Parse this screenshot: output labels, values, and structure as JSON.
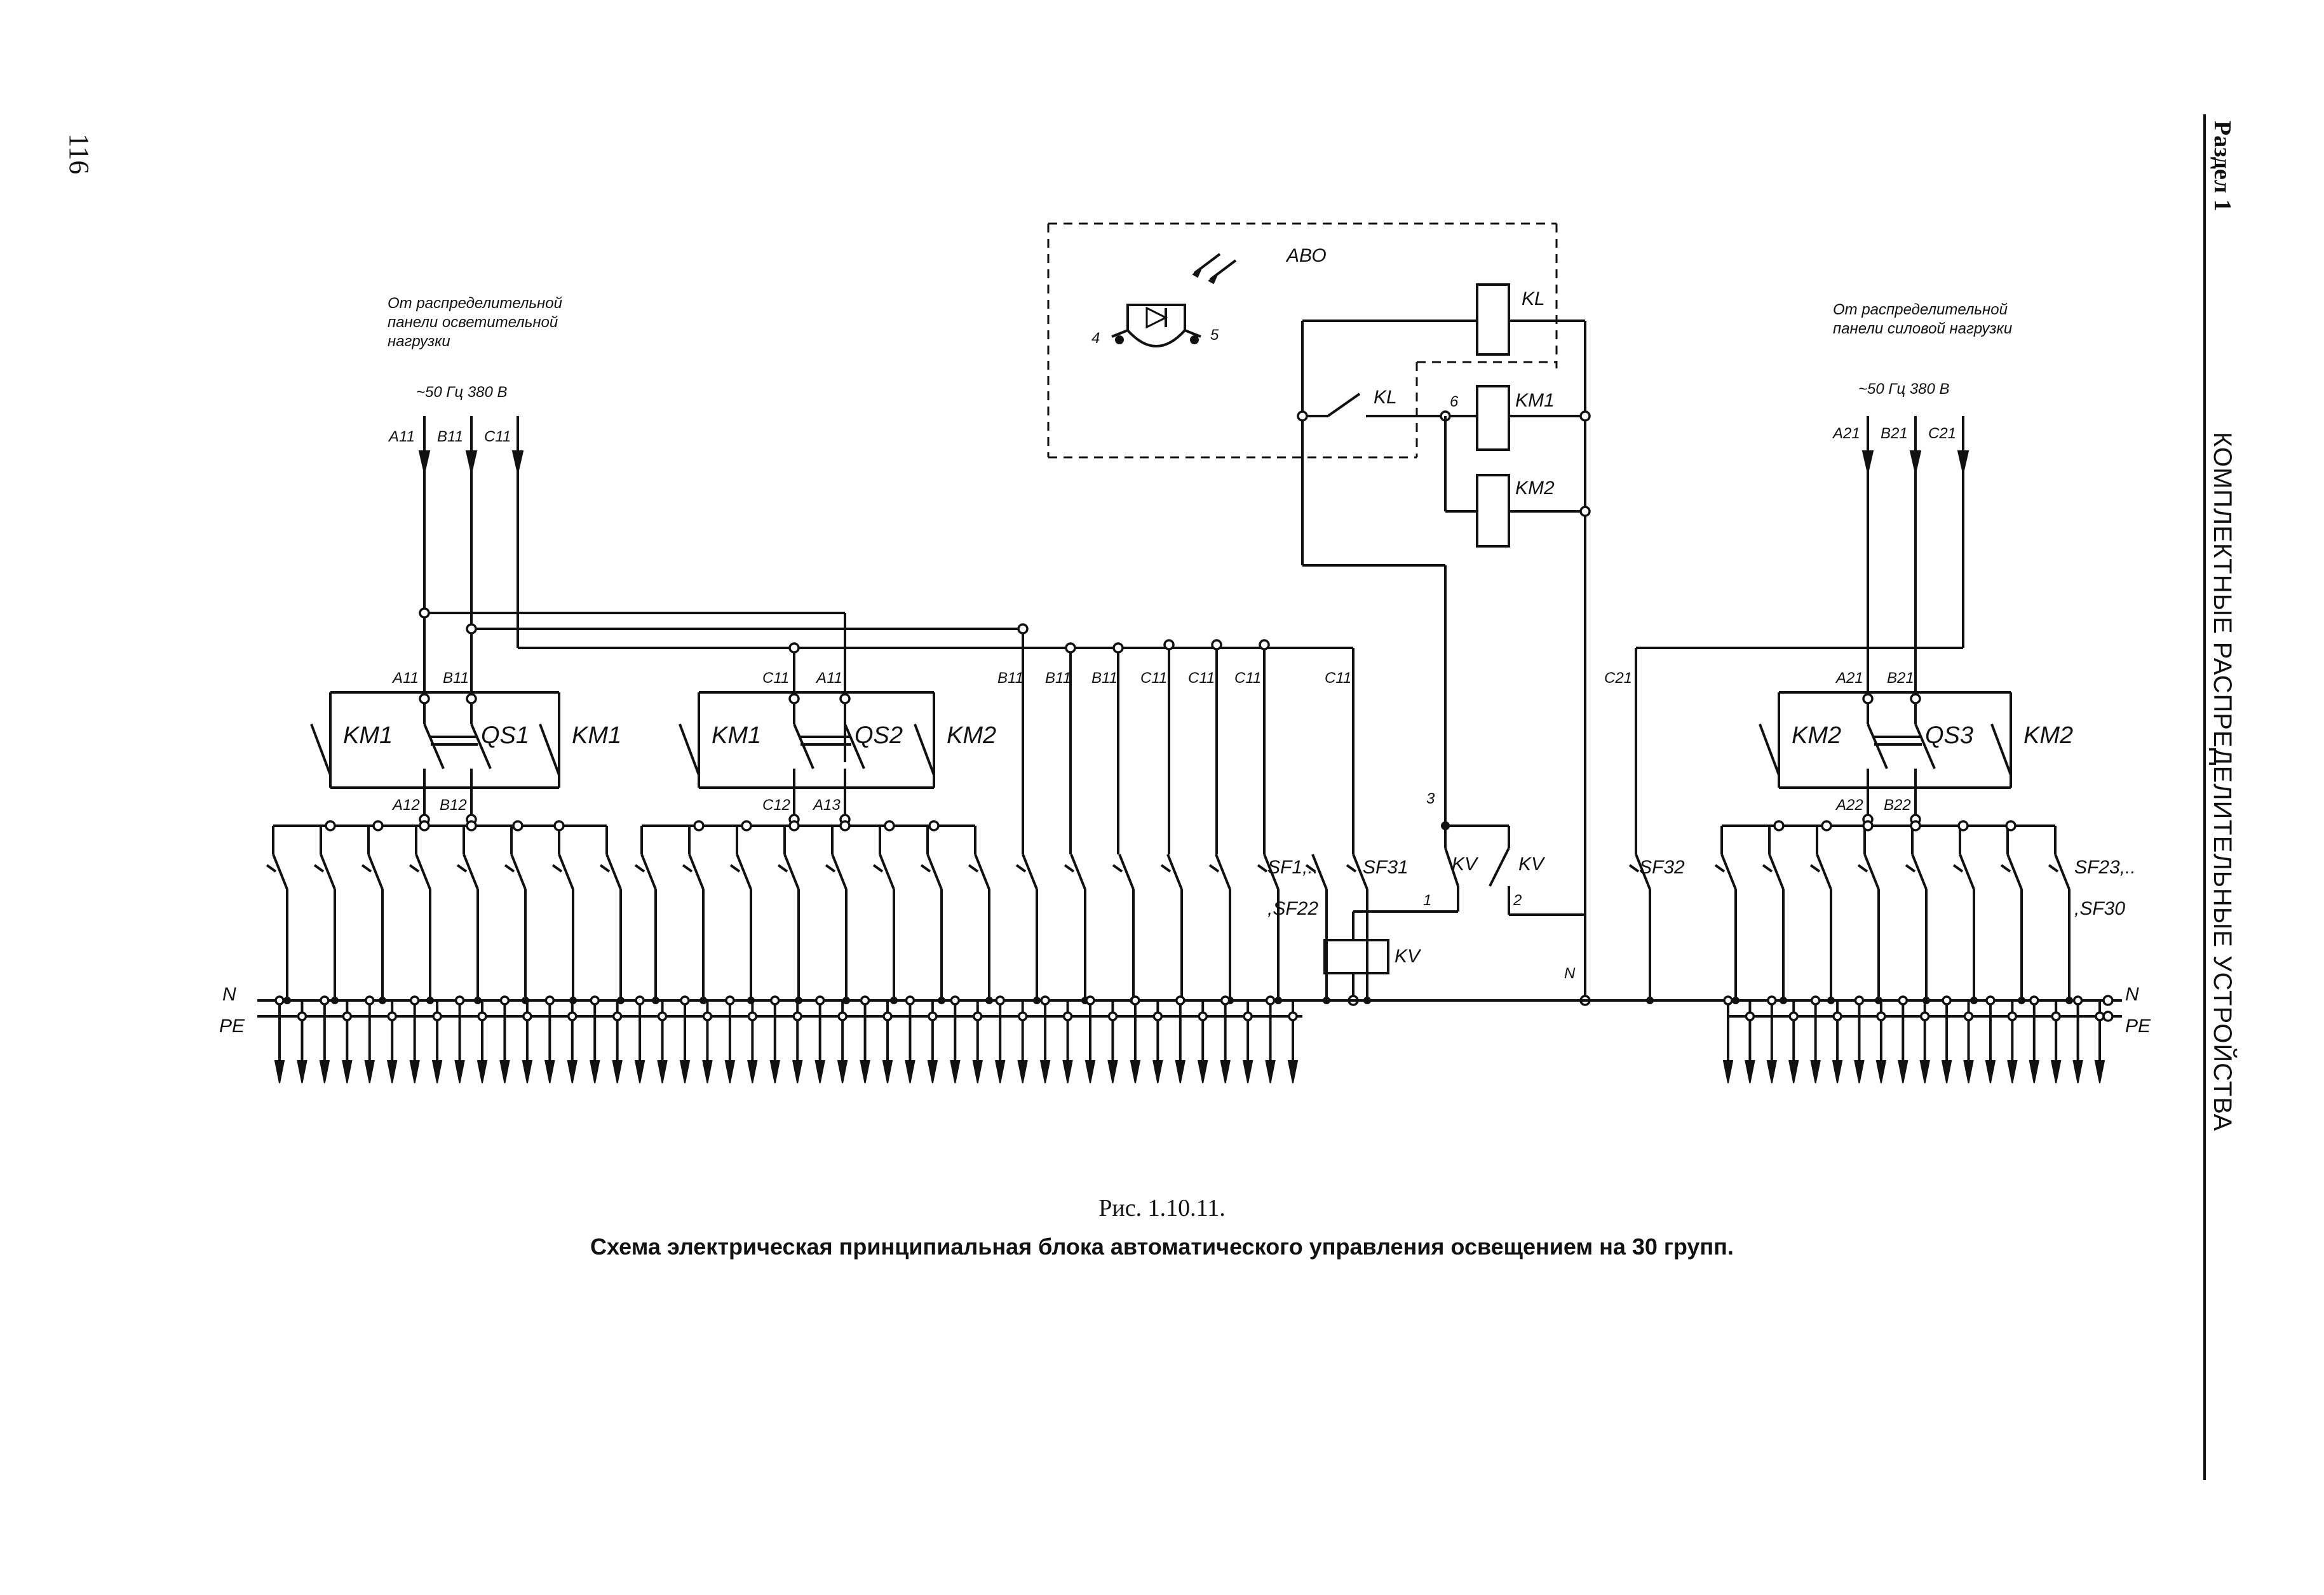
{
  "page": {
    "page_number": "116",
    "section_label": "Раздел 1",
    "running_title": "КОМПЛЕКТНЫЕ РАСПРЕДЕЛИТЕЛЬНЫЕ УСТРОЙСТВА"
  },
  "figure": {
    "number": "Рис. 1.10.11.",
    "caption": "Схема электрическая принципиальная блока автоматического управления освещением на 30 групп."
  },
  "diagram": {
    "sources": {
      "left_note": [
        "От распределительной",
        "панели осветительной",
        "нагрузки"
      ],
      "right_note": [
        "От распределительной",
        "панели силовой нагрузки"
      ],
      "supply": "~50 Гц 380 В",
      "left_phases": [
        "A11",
        "B11",
        "C11"
      ],
      "right_phases": [
        "A21",
        "B21",
        "C21"
      ]
    },
    "abo": {
      "label": "АВО",
      "pin_left": "4",
      "pin_right": "5"
    },
    "relays": {
      "kl": "KL",
      "kl_contact": "KL",
      "km1": "KM1",
      "km2": "KM2",
      "kv": "KV",
      "kv_contact_1": "KV",
      "kv_contact_2": "KV",
      "node_6": "6",
      "node_3": "3",
      "node_1": "1",
      "node_2": "2",
      "node_n": "N"
    },
    "switch_groups": [
      {
        "left": "KM1",
        "center": "QS1",
        "right": "KM1",
        "top_labels": [
          "A11",
          "B11"
        ],
        "bottom_labels": [
          "A12",
          "B12"
        ]
      },
      {
        "left": "KM1",
        "center": "QS2",
        "right": "KM2",
        "top_labels": [
          "C11",
          "A11"
        ],
        "bottom_labels": [
          "C12",
          "A13"
        ]
      },
      {
        "left": "KM2",
        "center": "QS3",
        "right": "KM2",
        "top_labels": [
          "A21",
          "B21"
        ],
        "bottom_labels": [
          "A22",
          "B22"
        ]
      }
    ],
    "feeder_labels": [
      "B11",
      "B11",
      "B11",
      "C11",
      "C11",
      "C11",
      "C11"
    ],
    "c21_label": "C21",
    "breakers": {
      "sf_group_1a": "SF1,...",
      "sf_group_1b": ",SF22",
      "sf31": "SF31",
      "sf32": "SF32",
      "sf_group_2a": "SF23,..",
      "sf_group_2b": ",SF30"
    },
    "buses": {
      "n": "N",
      "pe": "PE"
    }
  }
}
